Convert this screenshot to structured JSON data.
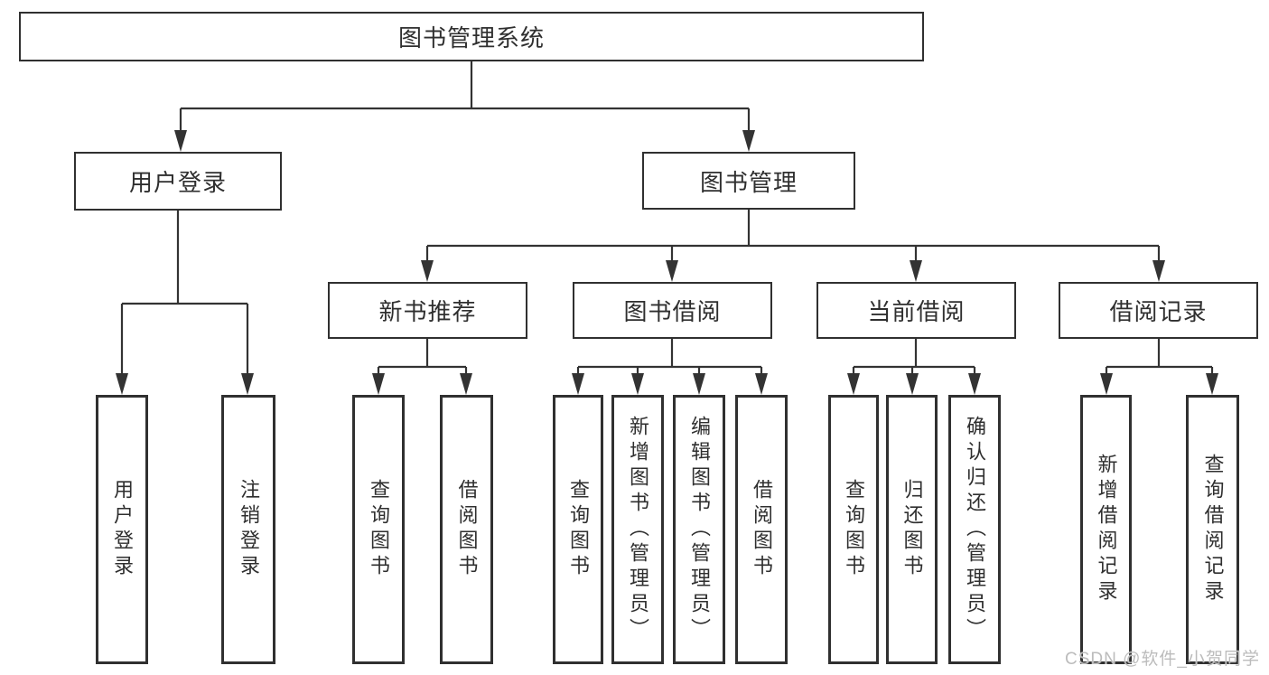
{
  "colors": {
    "line": "#333333",
    "box_border": "#303030",
    "text": "#2f2f2f",
    "watermark": "#bcbcbc",
    "background": "#ffffff"
  },
  "root": {
    "label": "图书管理系统"
  },
  "branches": [
    {
      "label": "用户登录",
      "children": [
        {
          "label": "用户登录"
        },
        {
          "label": "注销登录"
        }
      ]
    },
    {
      "label": "图书管理",
      "groups": [
        {
          "label": "新书推荐",
          "children": [
            {
              "label": "查询图书"
            },
            {
              "label": "借阅图书"
            }
          ]
        },
        {
          "label": "图书借阅",
          "children": [
            {
              "label": "查询图书"
            },
            {
              "label": "新增图书（管理员）"
            },
            {
              "label": "编辑图书（管理员）"
            },
            {
              "label": "借阅图书"
            }
          ]
        },
        {
          "label": "当前借阅",
          "children": [
            {
              "label": "查询图书"
            },
            {
              "label": "归还图书"
            },
            {
              "label": "确认归还（管理员）"
            }
          ]
        },
        {
          "label": "借阅记录",
          "children": [
            {
              "label": "新增借阅记录"
            },
            {
              "label": "查询借阅记录"
            }
          ]
        }
      ]
    }
  ],
  "watermark": "CSDN @软件_小贺同学"
}
